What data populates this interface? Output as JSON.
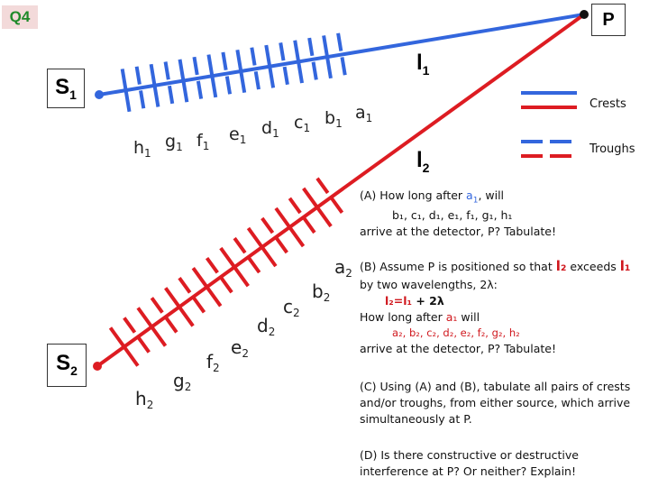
{
  "tag": "Q4",
  "point_label": "P",
  "source1": {
    "name": "S",
    "sub": "1"
  },
  "source2": {
    "name": "S",
    "sub": "2"
  },
  "path1": {
    "name": "l",
    "sub": "1"
  },
  "path2": {
    "name": "l",
    "sub": "2"
  },
  "wave1_labels": [
    {
      "l": "a",
      "s": "1"
    },
    {
      "l": "b",
      "s": "1"
    },
    {
      "l": "c",
      "s": "1"
    },
    {
      "l": "d",
      "s": "1"
    },
    {
      "l": "e",
      "s": "1"
    },
    {
      "l": "f",
      "s": "1"
    },
    {
      "l": "g",
      "s": "1"
    },
    {
      "l": "h",
      "s": "1"
    }
  ],
  "wave2_labels": [
    {
      "l": "a",
      "s": "2"
    },
    {
      "l": "b",
      "s": "2"
    },
    {
      "l": "c",
      "s": "2"
    },
    {
      "l": "d",
      "s": "2"
    },
    {
      "l": "e",
      "s": "2"
    },
    {
      "l": "f",
      "s": "2"
    },
    {
      "l": "g",
      "s": "2"
    },
    {
      "l": "h",
      "s": "2"
    }
  ],
  "legend": {
    "crests": "Crests",
    "troughs": "Troughs"
  },
  "colors": {
    "wave1": "#3366dd",
    "wave2": "#dd1c22",
    "tag_bg": "#f3dada",
    "tag_text": "#1f8a2a"
  },
  "questions": {
    "a_line1_pre": "(A) How long after ",
    "a_line1_a": "a",
    "a_line1_sub": "1",
    "a_line1_post": ", will",
    "a_line2": "b₁, c₁, d₁, e₁, f₁, g₁, h₁",
    "a_line3": "arrive at the detector, P? Tabulate!",
    "b_line1_pre": "(B) Assume P is positioned so that ",
    "b_line1_l2": "l₂",
    "b_line1_mid": " exceeds ",
    "b_line1_l1": "l₁",
    "b_line2": "by two wavelengths, 2λ:",
    "b_line3_eq": "l₂=l₁",
    "b_line3_rest": " + 2λ",
    "b_line4_pre": "How long after ",
    "b_line4_a": "a₁",
    "b_line4_post": " will",
    "b_line5": "a₂, b₂, c₂, d₂, e₂, f₂, g₂, h₂",
    "b_line6": "arrive at the detector, P? Tabulate!",
    "c_line1": "(C) Using (A) and (B), tabulate all pairs of crests",
    "c_line2": "and/or troughs, from either source, which arrive",
    "c_line3": "simultaneously at P.",
    "d_line1": "(D) Is there constructive or destructive",
    "d_line2": "interference at P? Or neither? Explain!"
  }
}
